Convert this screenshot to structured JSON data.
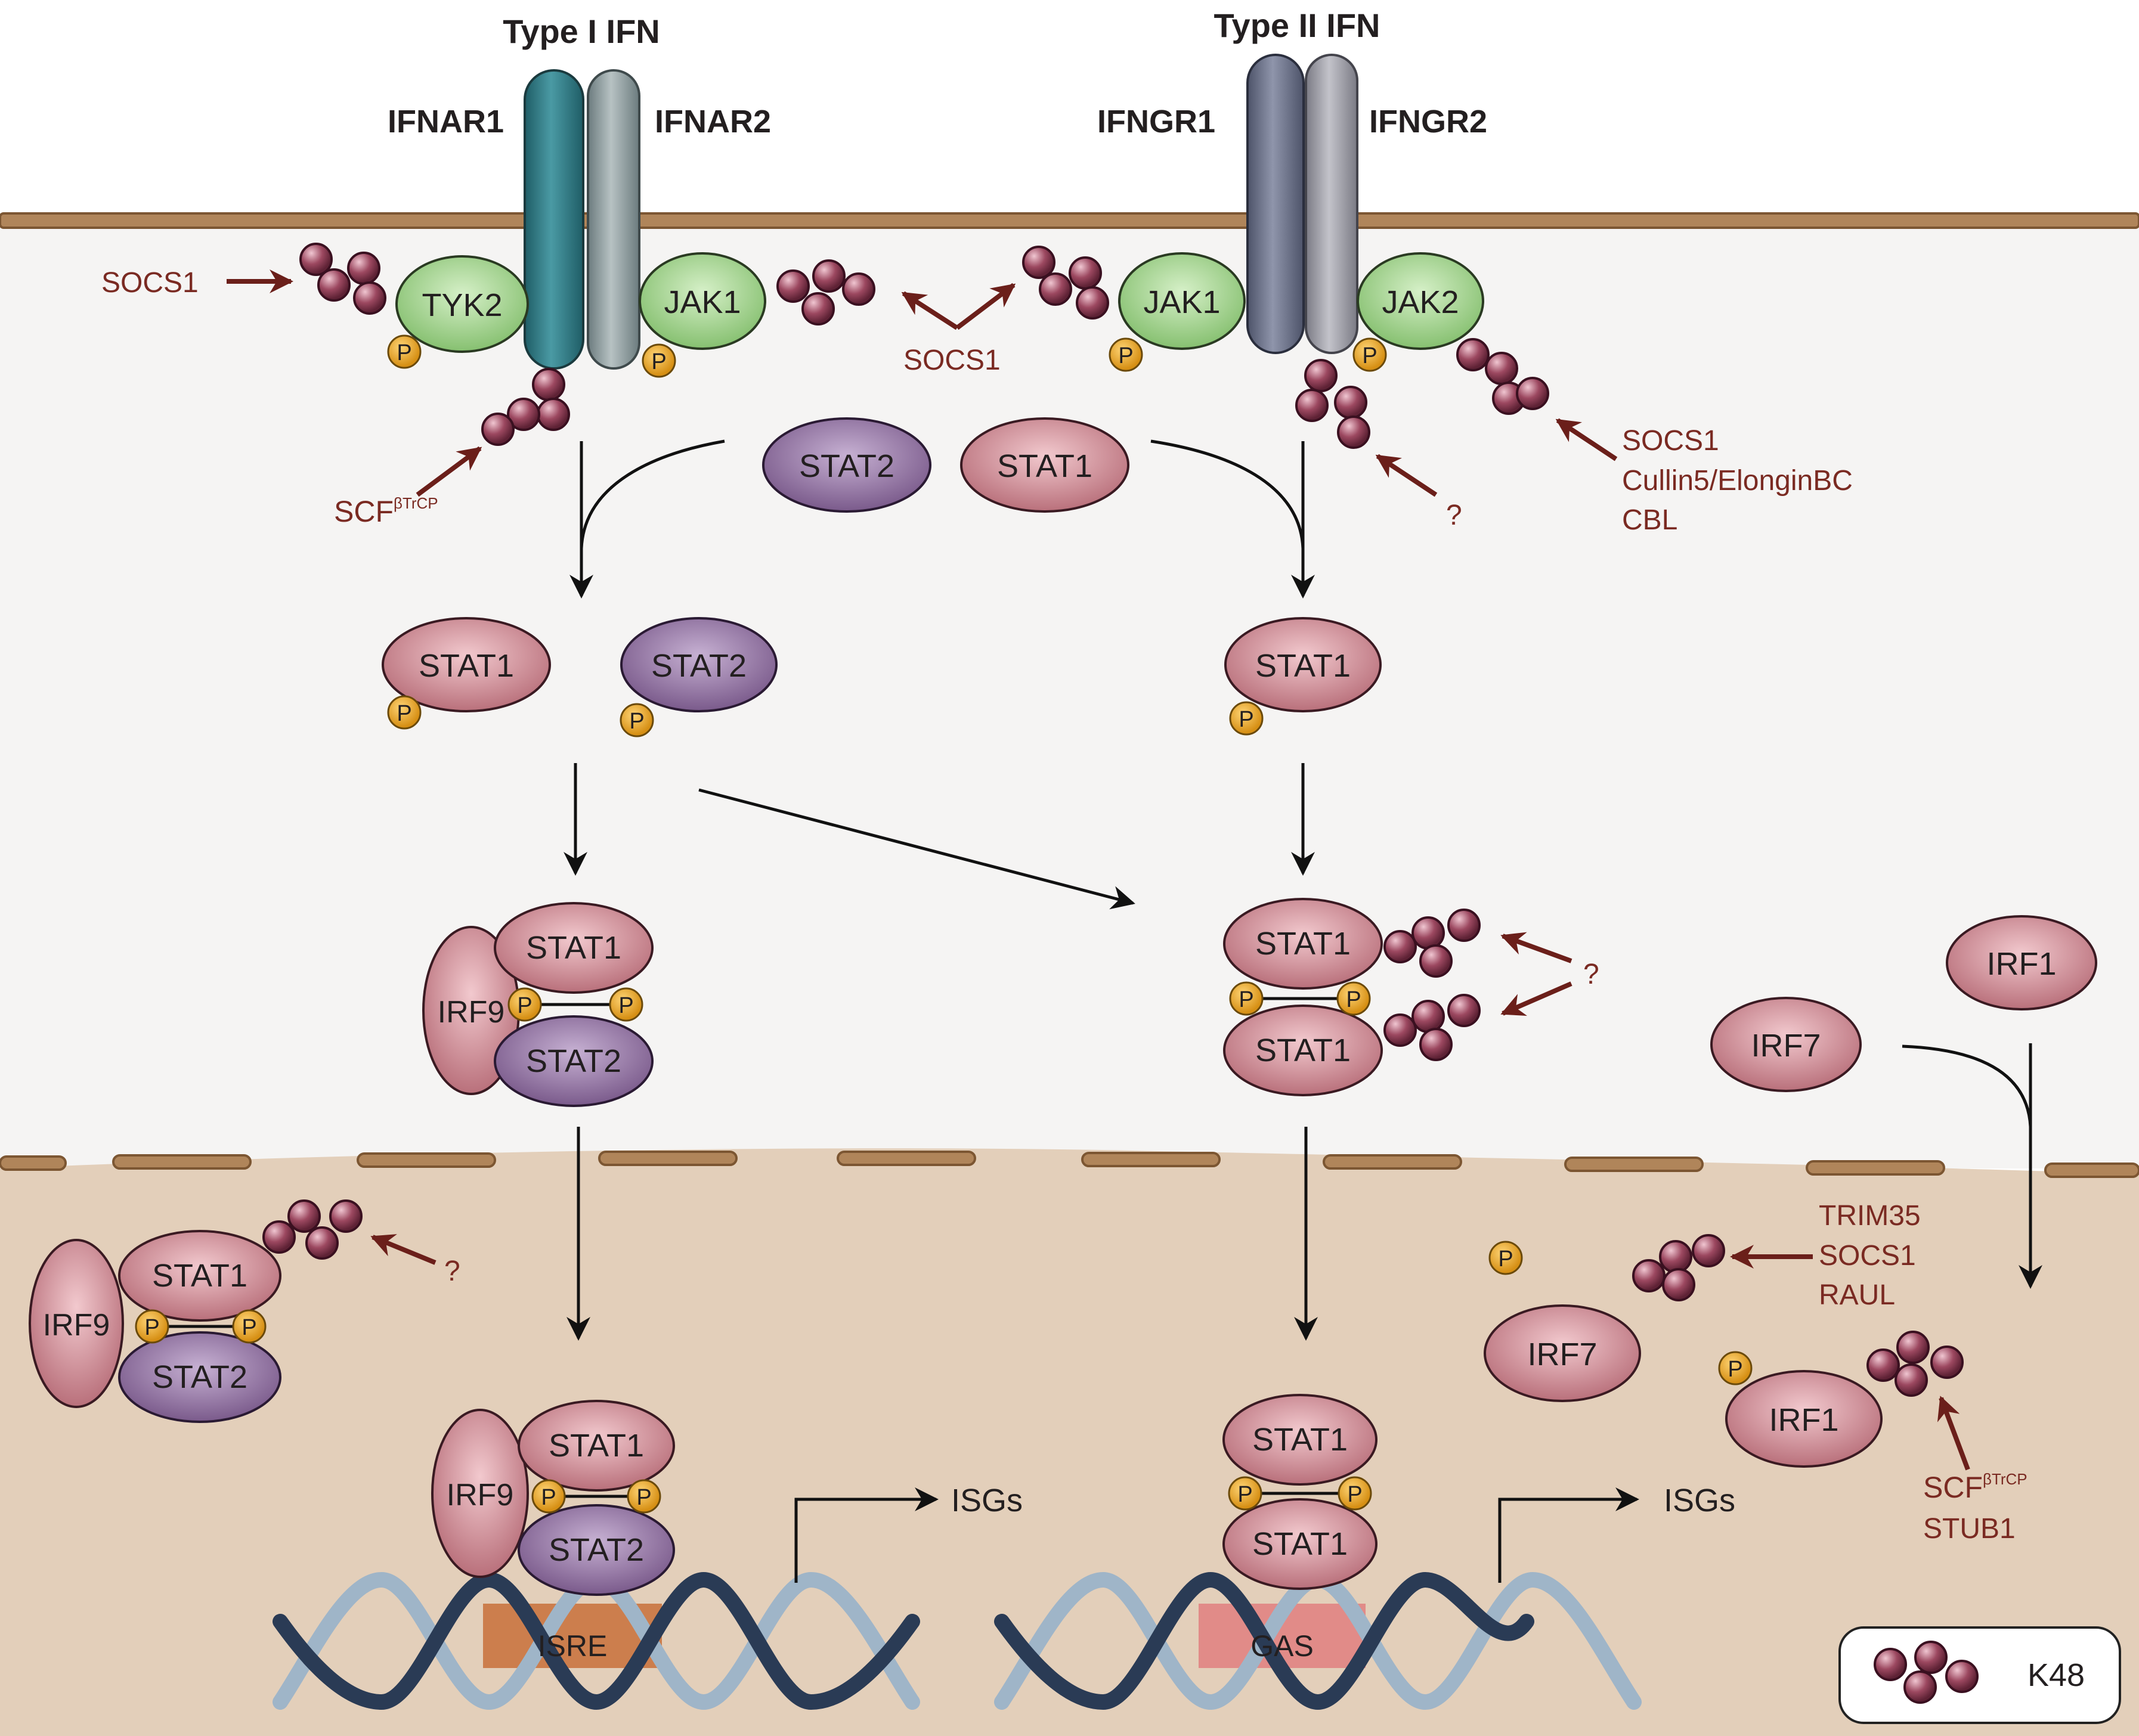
{
  "labels": {
    "type1_ifn": "Type I IFN",
    "type2_ifn": "Type II IFN",
    "ifnar1": "IFNAR1",
    "ifnar2": "IFNAR2",
    "ifngr1": "IFNGR1",
    "ifngr2": "IFNGR2",
    "tyk2": "TYK2",
    "jak1": "JAK1",
    "jak2": "JAK2",
    "stat1": "STAT1",
    "stat2": "STAT2",
    "irf9": "IRF9",
    "irf7": "IRF7",
    "irf1": "IRF1",
    "p": "P",
    "isre": "ISRE",
    "gas": "GAS",
    "isgs": "ISGs",
    "legend_k48": "K48"
  },
  "regulators": {
    "socs1": "SOCS1",
    "scf_main": "SCF",
    "scf_sup": "βTrCP",
    "question": "?",
    "cullin5": "Cullin5/ElonginBC",
    "cbl": "CBL",
    "trim35": "TRIM35",
    "raul": "RAUL",
    "stub1": "STUB1"
  },
  "colors": {
    "stat1": "#c98a93",
    "stat2": "#8c6f9c",
    "irf": "#c98a93",
    "jak": "#9fd38a",
    "ifnar1": "#2e7f8a",
    "ifnar2": "#8a9a9c",
    "ifngr1": "#6c7389",
    "ifngr2": "#9a9aa3",
    "phospho": "#e5a524",
    "ubiquitin": "#8a3f52",
    "membrane": "#b58a5e",
    "cytoplasm": "#f5f4f3",
    "nucleus": "#e5d2bf",
    "regulator_text": "#7a2a22",
    "isre_box": "#c8703a",
    "gas_box": "#e08080"
  }
}
